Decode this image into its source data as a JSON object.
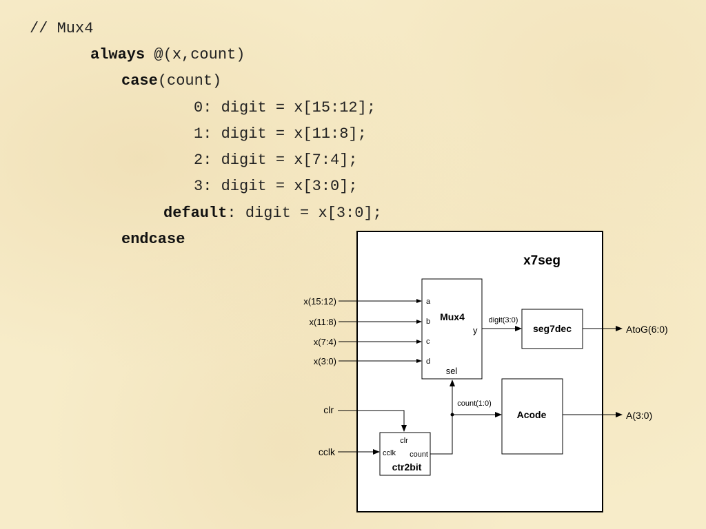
{
  "code": {
    "comment": "// Mux4",
    "line_always_kw": "always",
    "line_always_rest": " @(x,count)",
    "line_case_kw": "case",
    "line_case_rest": "(count)",
    "case0": "0: digit = x[15:12];",
    "case1": "1: digit = x[11:8];",
    "case2": "2: digit = x[7:4];",
    "case3": "3: digit = x[3:0];",
    "line_default_kw": "default",
    "line_default_rest": ": digit = x[3:0];",
    "line_endcase_kw": "endcase"
  },
  "diagram": {
    "title": "x7seg",
    "mux": {
      "name": "Mux4",
      "ports": [
        "a",
        "b",
        "c",
        "d"
      ],
      "out": "y",
      "sel": "sel"
    },
    "inputs": [
      "x(15:12)",
      "x(11:8)",
      "x(7:4)",
      "x(3:0)"
    ],
    "digit_label": "digit(3:0)",
    "seg7dec": "seg7dec",
    "atog": "AtoG(6:0)",
    "count_label": "count(1:0)",
    "acode": "Acode",
    "a_out": "A(3:0)",
    "clr": "clr",
    "cclk": "cclk",
    "ctr": {
      "name": "ctr2bit",
      "clr": "clr",
      "cclk": "cclk",
      "count": "count"
    }
  }
}
